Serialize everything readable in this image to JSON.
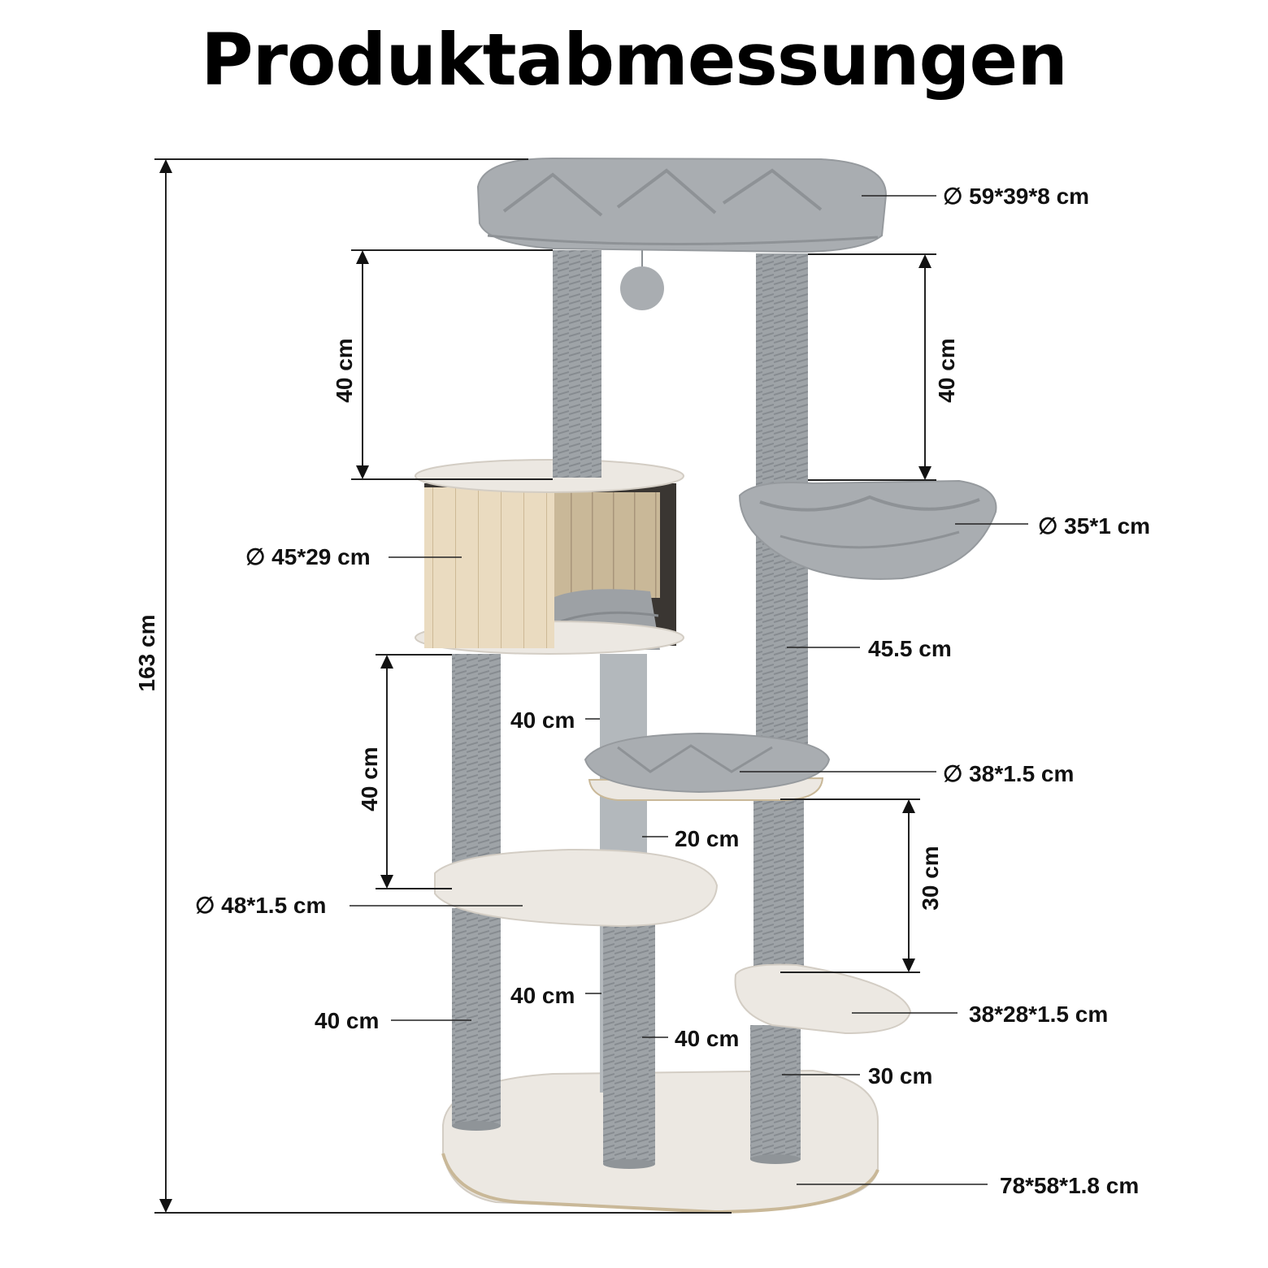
{
  "title": "Produktabmessungen",
  "dimensions": {
    "overall_height": "163 cm",
    "top_post_left": "40 cm",
    "top_post_right": "40 cm",
    "condo_post": "40 cm",
    "lower_gap_right": "30 cm",
    "top_perch": "∅ 59*39*8 cm",
    "basket": "∅ 35*1 cm",
    "condo": "∅ 45*29 cm",
    "right_post_mid": "45.5 cm",
    "mid_post_upper": "40 cm",
    "platform_right": "∅ 38*1.5 cm",
    "mid_post_short": "20 cm",
    "platform_left": "∅ 48*1.5 cm",
    "step_platform": "38*28*1.5 cm",
    "mid_post_lower": "40 cm",
    "left_post_lower": "40 cm",
    "center_post_lower": "40 cm",
    "right_post_lower": "30 cm",
    "base": "78*58*1.8 cm"
  },
  "colors": {
    "plush": "#a9adb1",
    "sisal": "#9a9fa3",
    "board": "#ece8e2",
    "wood": "#eadbc0"
  }
}
